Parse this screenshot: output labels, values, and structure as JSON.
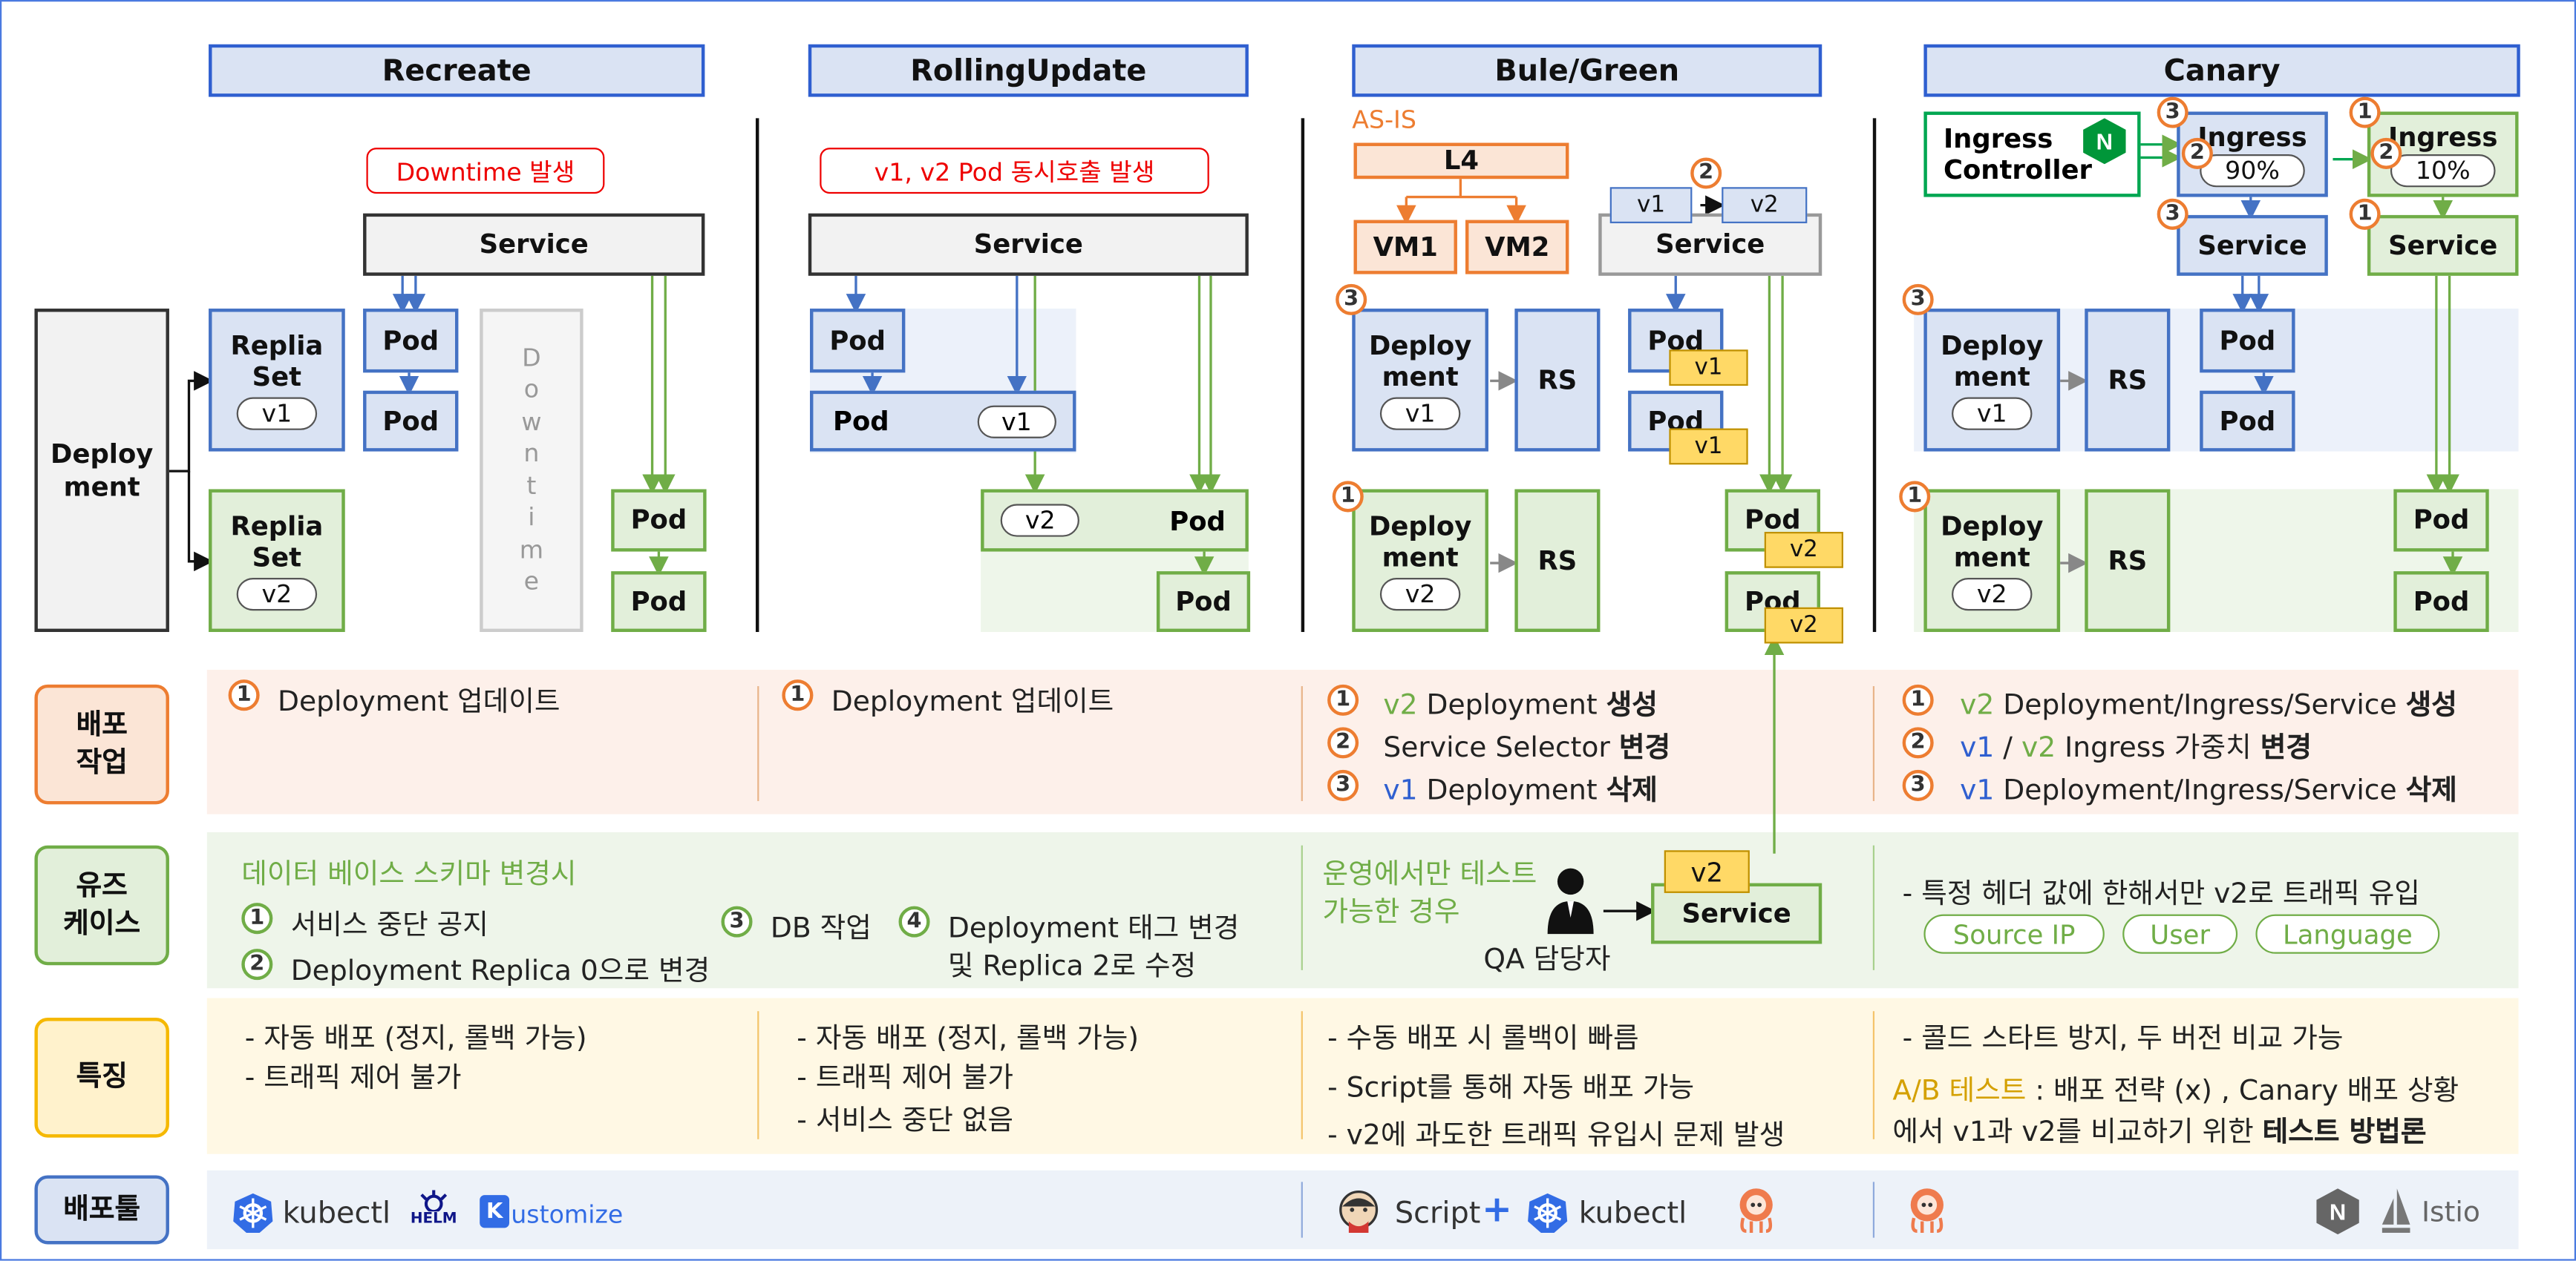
{
  "headers": {
    "recreate": "Recreate",
    "rolling": "RollingUpdate",
    "bluegreen": "Bule/Green",
    "canary": "Canary"
  },
  "recreate": {
    "warning": "Downtime 발생",
    "service": "Service",
    "deployment": "Deploy\nment",
    "rs_v1": "Replia\nSet",
    "rs_v2": "Replia\nSet",
    "v1": "v1",
    "v2": "v2",
    "pod": "Pod",
    "downtime": "D\no\nw\nn\nt\ni\nm\ne"
  },
  "rolling": {
    "warning": "v1, v2 Pod 동시호출 발생",
    "service": "Service",
    "pod": "Pod",
    "v1": "v1",
    "v2": "v2"
  },
  "bluegreen": {
    "asis": "AS-IS",
    "l4": "L4",
    "vm1": "VM1",
    "vm2": "VM2",
    "service": "Service",
    "v1": "v1",
    "v2": "v2",
    "deploy": "Deploy\nment",
    "rs": "RS",
    "pod": "Pod",
    "n1": "1",
    "n2": "2",
    "n3": "3"
  },
  "canary": {
    "ingress_controller": "Ingress\nController",
    "ingress": "Ingress",
    "p90": "90%",
    "p10": "10%",
    "service": "Service",
    "deploy": "Deploy\nment",
    "rs": "RS",
    "pod": "Pod",
    "v1": "v1",
    "v2": "v2",
    "n1": "1",
    "n2": "2",
    "n3": "3"
  },
  "rows": {
    "deploy_task": "배포\n작업",
    "usecase": "유즈\n케이스",
    "feature": "특징",
    "tool": "배포툴"
  },
  "tasks": {
    "recreate": "Deployment 업데이트",
    "rolling": "Deployment 업데이트",
    "bg": [
      {
        "n": "1",
        "pre": "v2",
        "text": " Deployment ",
        "bold": "생성",
        "pre_color": "green"
      },
      {
        "n": "2",
        "pre": "",
        "text": "Service Selector ",
        "bold": "변경",
        "pre_color": ""
      },
      {
        "n": "3",
        "pre": "v1",
        "text": " Deployment ",
        "bold": "삭제",
        "pre_color": "blue"
      }
    ],
    "canary": [
      {
        "n": "1",
        "text": "Deployment/Ingress/Service ",
        "bold": "생성"
      },
      {
        "n": "2",
        "text": " Ingress 가중치 ",
        "bold": "변경"
      },
      {
        "n": "3",
        "text": " Deployment/Ingress/Service ",
        "bold": "삭제"
      }
    ]
  },
  "usecase": {
    "title": "데이터 베이스 스키마 변경시",
    "items": [
      "서비스 중단 공지",
      "Deployment Replica 0으로 변경",
      "DB 작업",
      "Deployment 태그 변경",
      "및 Replica 2로 수정"
    ],
    "bg_text1": "운영에서만 테스트",
    "bg_text2": "가능한 경우",
    "qa": "QA 담당자",
    "service": "Service",
    "v2": "v2",
    "canary_text": "- 특정 헤더 값에 한해서만 v2로 트래픽 유입",
    "pills": [
      "Source IP",
      "User",
      "Language"
    ]
  },
  "features": {
    "recreate": [
      "- 자동 배포 (정지, 롤백 가능)",
      "- 트래픽 제어 불가"
    ],
    "rolling": [
      "- 자동 배포 (정지, 롤백 가능)",
      "- 트래픽 제어 불가",
      "- 서비스 중단 없음"
    ],
    "bg": [
      "- 수동 배포 시 롤백이 빠름",
      "- Script를 통해 자동 배포 가능",
      "- v2에 과도한 트래픽 유입시 문제 발생"
    ],
    "canary1": "- 콜드 스타트 방지, 두 버전 비교 가능",
    "canary2_a": "A/B 테스트",
    "canary2_b": " : 배포 전략 (x) , Canary 배포 상황",
    "canary3_a": "에서 v1과 v2를 비교하기 위한 ",
    "canary3_b": "테스트 방법론"
  },
  "tools": {
    "kubectl": "kubectl",
    "helm": "HELM",
    "kustomize": "ustomize",
    "kustomize_k": "K",
    "script": "Script",
    "plus": "+",
    "istio": "Istio",
    "nginx": "N"
  },
  "colors": {
    "blue": "#4472c4",
    "green": "#70ad47",
    "orange": "#ed7d31",
    "red": "#e00000",
    "gold": "#ffd966"
  }
}
